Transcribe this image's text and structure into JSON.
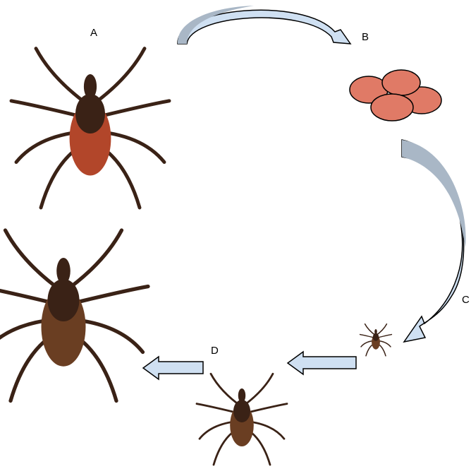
{
  "labels": {
    "a": "A",
    "b": "B",
    "c": "C",
    "d": "D"
  },
  "colors": {
    "arrow_fill": "#cfe0f2",
    "arrow_shadow": "#a9b7c6",
    "egg_fill": "#e07a66",
    "tick_dark": "#3a2216",
    "tick_red": "#b2462a",
    "tick_brown": "#6a3e22"
  }
}
